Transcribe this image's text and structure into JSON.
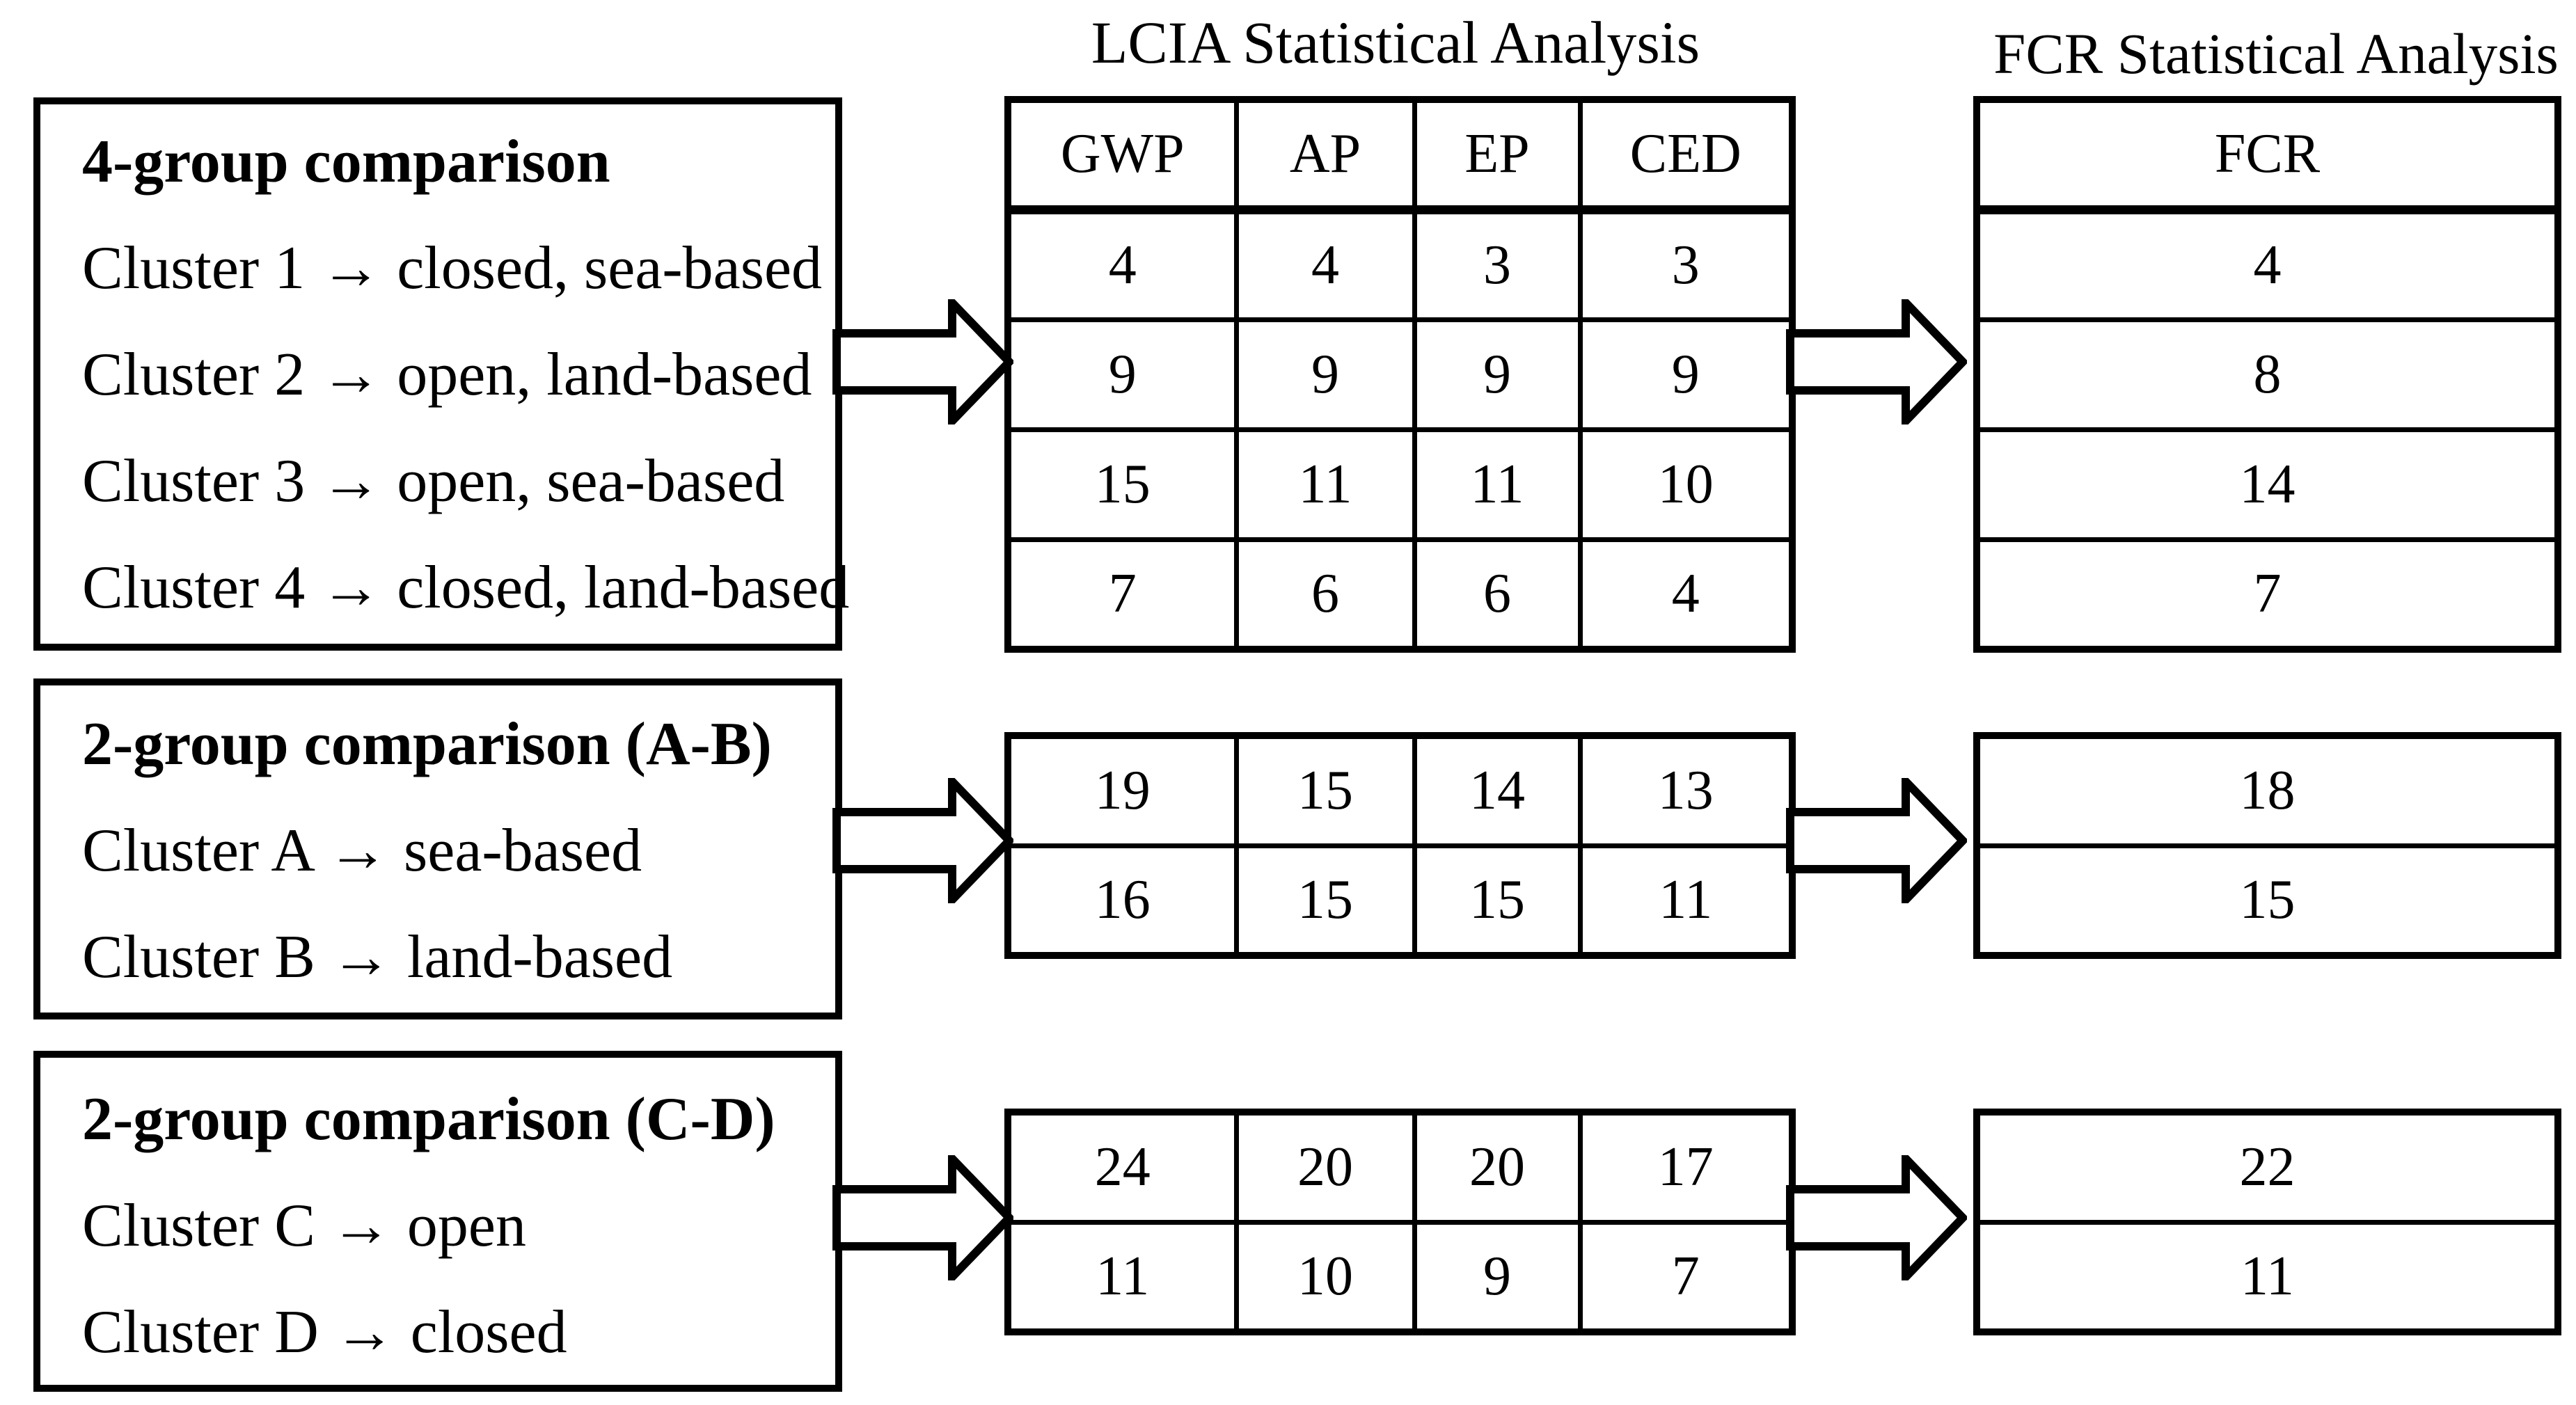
{
  "figure": {
    "lcia_title": "LCIA Statistical Analysis",
    "fcr_title": "FCR Statistical Analysis"
  },
  "lcia_headers": [
    "GWP",
    "AP",
    "EP",
    "CED"
  ],
  "fcr_header": "FCR",
  "groups": [
    {
      "heading": "4-group comparison",
      "clusters": [
        "Cluster 1 → closed, sea-based",
        "Cluster 2 → open, land-based",
        "Cluster 3 → open, sea-based",
        "Cluster 4 → closed, land-based"
      ],
      "lcia_rows": [
        [
          4,
          4,
          3,
          3
        ],
        [
          9,
          9,
          9,
          9
        ],
        [
          15,
          11,
          11,
          10
        ],
        [
          7,
          6,
          6,
          4
        ]
      ],
      "fcr_rows": [
        4,
        8,
        14,
        7
      ]
    },
    {
      "heading": "2-group comparison (A-B)",
      "clusters": [
        "Cluster A → sea-based",
        "Cluster B → land-based"
      ],
      "lcia_rows": [
        [
          19,
          15,
          14,
          13
        ],
        [
          16,
          15,
          15,
          11
        ]
      ],
      "fcr_rows": [
        18,
        15
      ]
    },
    {
      "heading": "2-group comparison (C-D)",
      "clusters": [
        "Cluster C → open",
        "Cluster D → closed"
      ],
      "lcia_rows": [
        [
          24,
          20,
          20,
          17
        ],
        [
          11,
          10,
          9,
          7
        ]
      ],
      "fcr_rows": [
        22,
        11
      ]
    }
  ],
  "colors": {
    "line": "#000000",
    "background": "#ffffff"
  }
}
